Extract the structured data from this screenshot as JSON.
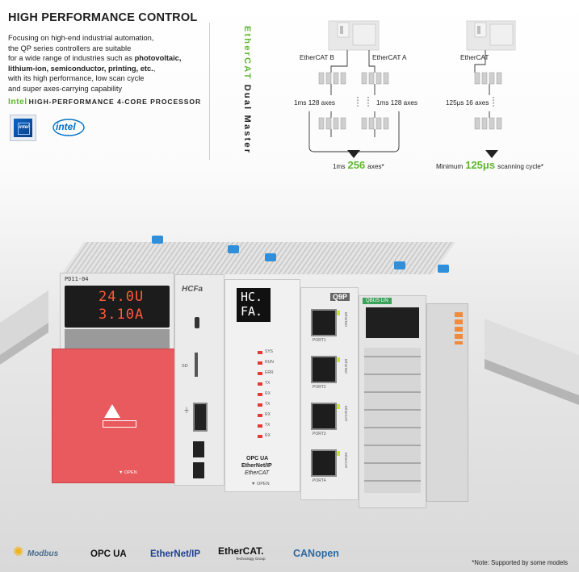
{
  "header": {
    "title": "HIGH PERFORMANCE CONTROL",
    "desc_lines": [
      {
        "pre": "Focusing on high-end industrial automation,",
        "bold": "",
        "post": ""
      },
      {
        "pre": "the QP series controllers are suitable",
        "bold": "",
        "post": ""
      },
      {
        "pre": "for a wide range of industries such as ",
        "bold": "photovoltaic,",
        "post": ""
      },
      {
        "pre": "",
        "bold": "lithium-ion, semiconductor, printing, etc.",
        "post": ","
      },
      {
        "pre": "with its high performance, low scan cycle",
        "bold": "",
        "post": ""
      },
      {
        "pre": "and super axes-carrying capability",
        "bold": "",
        "post": ""
      }
    ],
    "intel_word": "Intel",
    "intel_tagline": "HIGH-PERFORMANCE 4-CORE PROCESSOR",
    "intel_logo_text": "intel",
    "intel_badge_text": "intel"
  },
  "side_title": {
    "green": "EtherCAT",
    "dark": " Dual Master"
  },
  "dual_master": {
    "port_b": "EtherCAT B",
    "port_a": "EtherCAT A",
    "axes_left": "1ms 128 axes",
    "axes_right": "1ms 128 axes",
    "summary_pre": "1ms",
    "summary_num": "256",
    "summary_post": "axes*"
  },
  "single_master": {
    "port": "EtherCAT",
    "axes": "125μs 16 axes",
    "summary_pre": "Minimum",
    "summary_num": "125μs",
    "summary_post": "scanning cycle*"
  },
  "device": {
    "psu_model": "PD11-04",
    "psu_display": [
      "24.0U",
      "3.10A"
    ],
    "brand": "HCFa",
    "cpu_display": [
      "HC.",
      "FA."
    ],
    "protocols": [
      "OPC UA",
      "EtherNet/IP",
      "EtherCAT"
    ],
    "model_tag": "Q9P",
    "io_tag": "QBUS LiN",
    "ports": [
      "PORT1",
      "PORT2",
      "PORT3",
      "PORT4"
    ],
    "port_side": [
      "EtherNet",
      "EtherNet",
      "EtherCAT",
      "EtherCAT"
    ],
    "open_label": "▼ OPEN",
    "led_labels": [
      "SYS",
      "RUN",
      "ERR",
      "TX",
      "RX",
      "TX",
      "RX",
      "TX",
      "RX"
    ],
    "sd_label": "SD"
  },
  "footer": {
    "brands": [
      "Modbus",
      "OPC UA",
      "EtherNet/IP",
      "EtherCAT.",
      "CANopen"
    ],
    "ethercat_sub": "Technology Group",
    "note": "*Note: Supported by some models"
  }
}
